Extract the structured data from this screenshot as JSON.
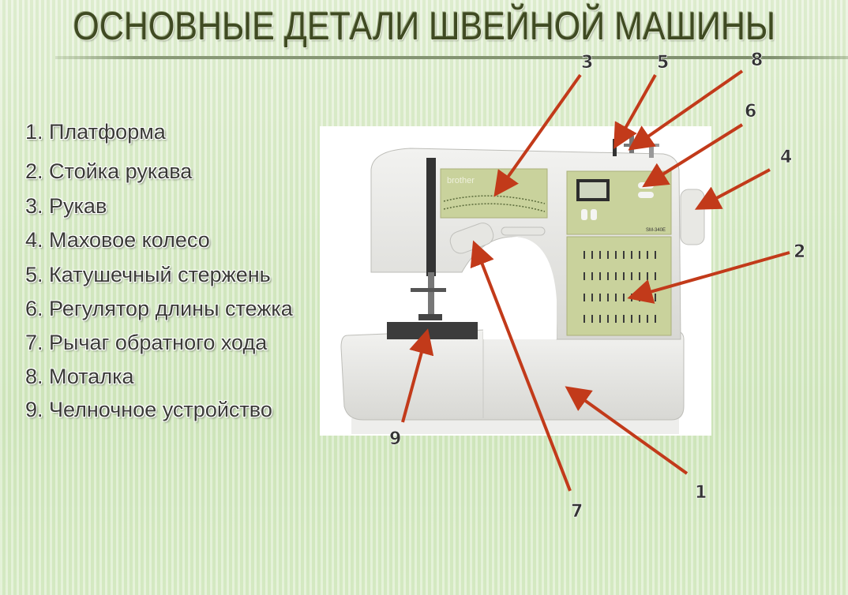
{
  "title": "ОСНОВНЫЕ ДЕТАЛИ ШВЕЙНОЙ МАШИНЫ",
  "parts": [
    "1. Платформа",
    "2. Стойка рукава",
    "3. Рукав",
    "4. Маховое колесо",
    "5. Катушечный стержень",
    "6. Регулятор длины стежка",
    "7. Рычаг обратного хода",
    "8. Моталка",
    "9. Челночное устройство"
  ],
  "callouts": [
    "3",
    "5",
    "8",
    "6",
    "4",
    "2",
    "1",
    "7",
    "9"
  ],
  "machine": {
    "brand": "brother",
    "model": "SM-340E"
  },
  "colors": {
    "arrow": "#c23a1a",
    "panel": "#c9d29c",
    "title": "#3f4a22"
  }
}
